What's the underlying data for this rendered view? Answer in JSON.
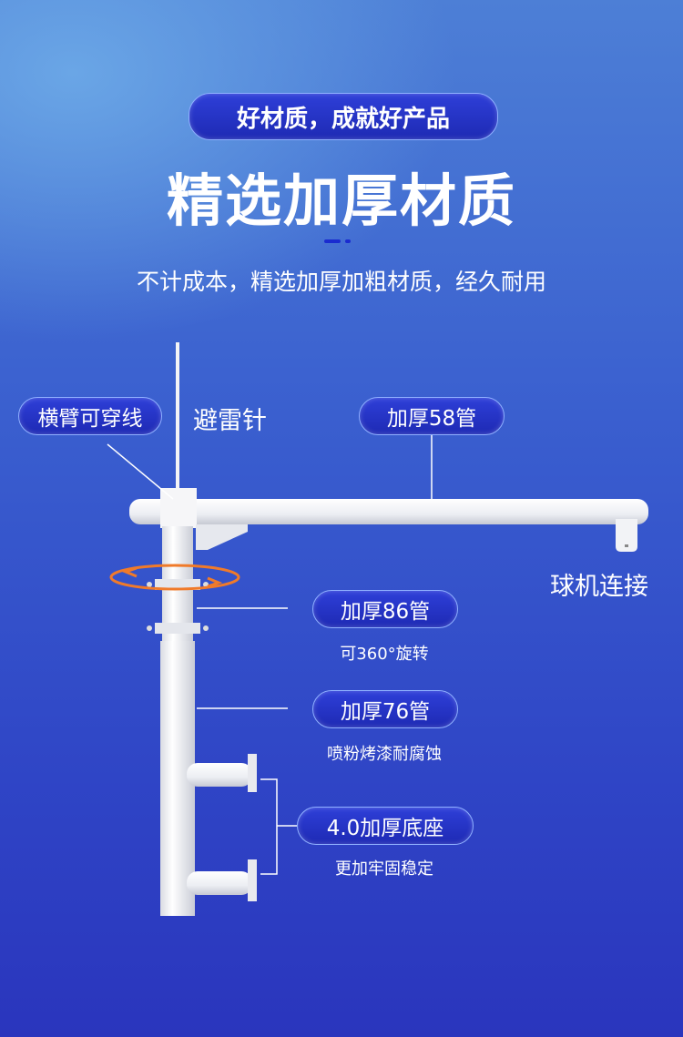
{
  "header": {
    "tagline": "好材质，成就好产品",
    "title": "精选加厚材质",
    "subtitle": "不计成本，精选加厚加粗材质，经久耐用"
  },
  "callouts": {
    "crossarm": "横臂可穿线",
    "lightning": "避雷针",
    "pipe58": "加厚58管",
    "camera": "球机连接",
    "pipe86": "加厚86管",
    "pipe86_note": "可360°旋转",
    "pipe76": "加厚76管",
    "pipe76_note": "喷粉烤漆耐腐蚀",
    "base": "4.0加厚底座",
    "base_note": "更加牢固稳定"
  },
  "colors": {
    "accent": "#1e2ab4",
    "pill_border": "#8fb0ff",
    "arrow": "#f07a2a",
    "pole": "#f2f2f4"
  }
}
